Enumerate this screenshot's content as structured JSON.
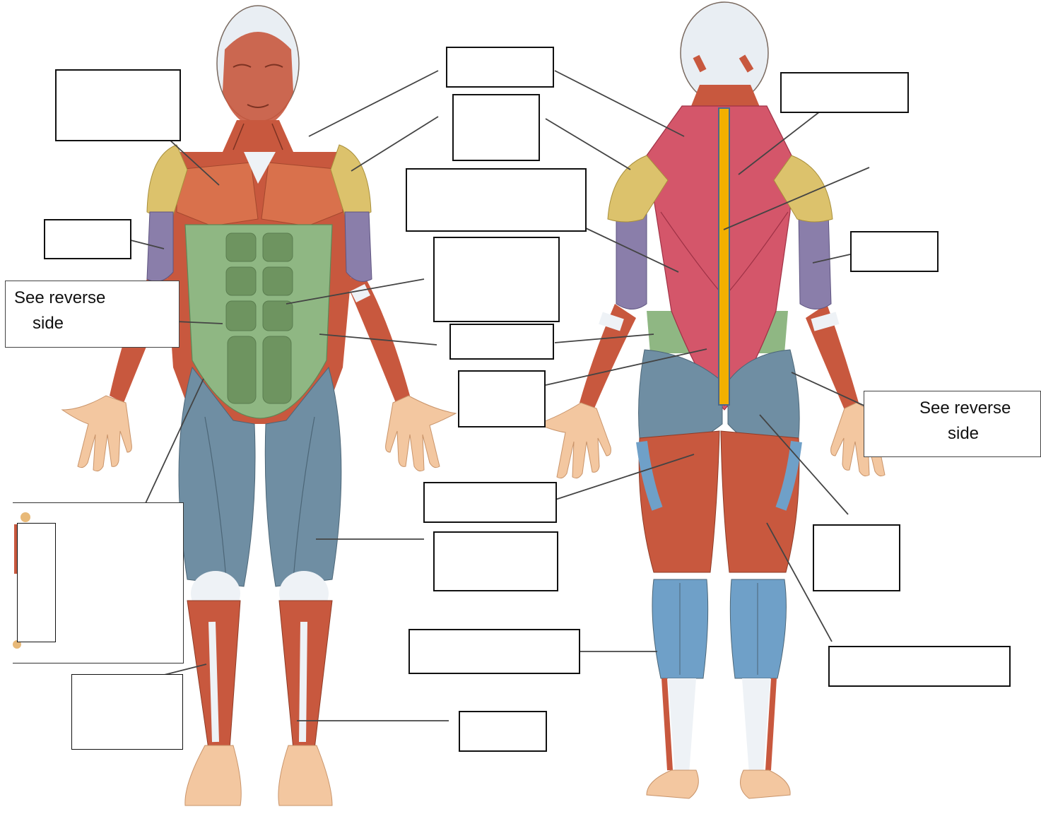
{
  "notes": {
    "left": {
      "line1": "See reverse",
      "line2": "side"
    },
    "right": {
      "line1": "See reverse",
      "line2": "side"
    }
  },
  "colors": {
    "skin": "#f3c7a0",
    "muscle_red": "#c8583e",
    "pectoral": "#d9714c",
    "deltoid": "#dcc26c",
    "biceps": "#8a7eaa",
    "abdominal": "#8fb783",
    "thigh": "#6f8ea3",
    "calf": "#6fa0c8",
    "back_trapezius": "#d4566a",
    "tendon": "#eef2f6",
    "spine_marker": "#f2b000"
  }
}
